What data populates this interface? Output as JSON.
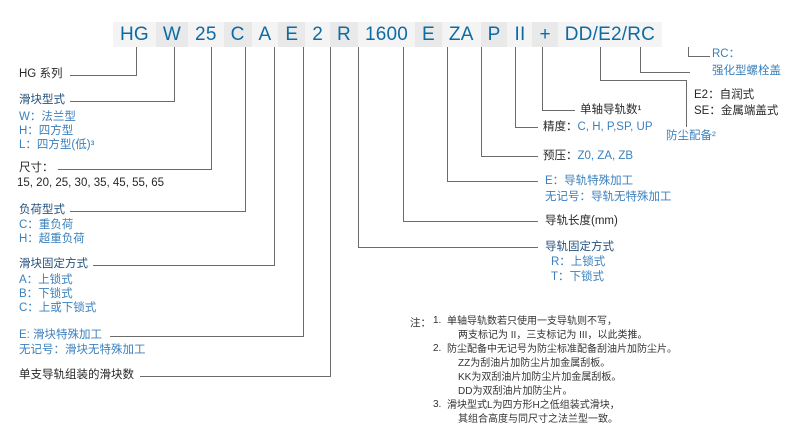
{
  "header_tokens": [
    "HG",
    "W",
    "25",
    "C",
    "A",
    "E",
    "2",
    "R",
    "1600",
    "E",
    "ZA",
    "P",
    "II",
    "+",
    "DD/E2/RC"
  ],
  "left": {
    "hg_series": "HG 系列",
    "block_type_title": "滑块型式",
    "block_type_opt1": "W：法兰型",
    "block_type_opt2": "H：四方型",
    "block_type_opt3": "L：四方型(低)³",
    "size_title": "尺寸：",
    "size_values": "15, 20, 25, 30, 35, 45, 55, 65",
    "load_title": "负荷型式",
    "load_opt1": "C：重负荷",
    "load_opt2": "H：超重负荷",
    "fix_title": "滑块固定方式",
    "fix_opt1": "A：上锁式",
    "fix_opt2": "B：下锁式",
    "fix_opt3": "C：上或下锁式",
    "special1": "E: 滑块特殊加工",
    "special2": "无记号：滑块无特殊加工",
    "block_count": "单支导轨组装的滑块数"
  },
  "right": {
    "rail_count": "单轴导轨数¹",
    "accuracy_label": "精度：",
    "accuracy_values": "C, H, P,SP, UP",
    "preload_label": "预压：",
    "preload_values": "Z0, ZA, ZB",
    "rail_special1": "E：导轨特殊加工",
    "rail_special2": "无记号：导轨无特殊加工",
    "rail_length": "导轨长度(mm)",
    "rail_fix_title": "导轨固定方式",
    "rail_fix_opt1": "R：上锁式",
    "rail_fix_opt2": "T：下锁式",
    "dust_title": "防尘配备²",
    "dust_opt1": "E2：自润式",
    "dust_opt2": "SE：金属端盖式",
    "rc_label": "RC：",
    "rc_desc": "强化型螺栓盖"
  },
  "notes": {
    "head": "注：",
    "n1": "1.",
    "n1_l1": "单轴导轨数若只使用一支导轨则不写，",
    "n1_l2": "两支标记为 II，三支标记为 III，以此类推。",
    "n2": "2.",
    "n2_l1": "防尘配备中无记号为防尘标准配备刮油片加防尘片。",
    "n2_l2": "ZZ为刮油片加防尘片加金属刮板。",
    "n2_l3": "KK为双刮油片加防尘片加金属刮板。",
    "n2_l4": "DD为双刮油片加防尘片。",
    "n3": "3.",
    "n3_l1": "滑块型式L为四方形H之低组装式滑块，",
    "n3_l2": "其组合高度与同尺寸之法兰型一致。"
  },
  "colors": {
    "code_blue": "#0d6ba4",
    "option_blue": "#3a80bd",
    "text_dark": "#272727",
    "leader_line": "#6b6b6b"
  }
}
